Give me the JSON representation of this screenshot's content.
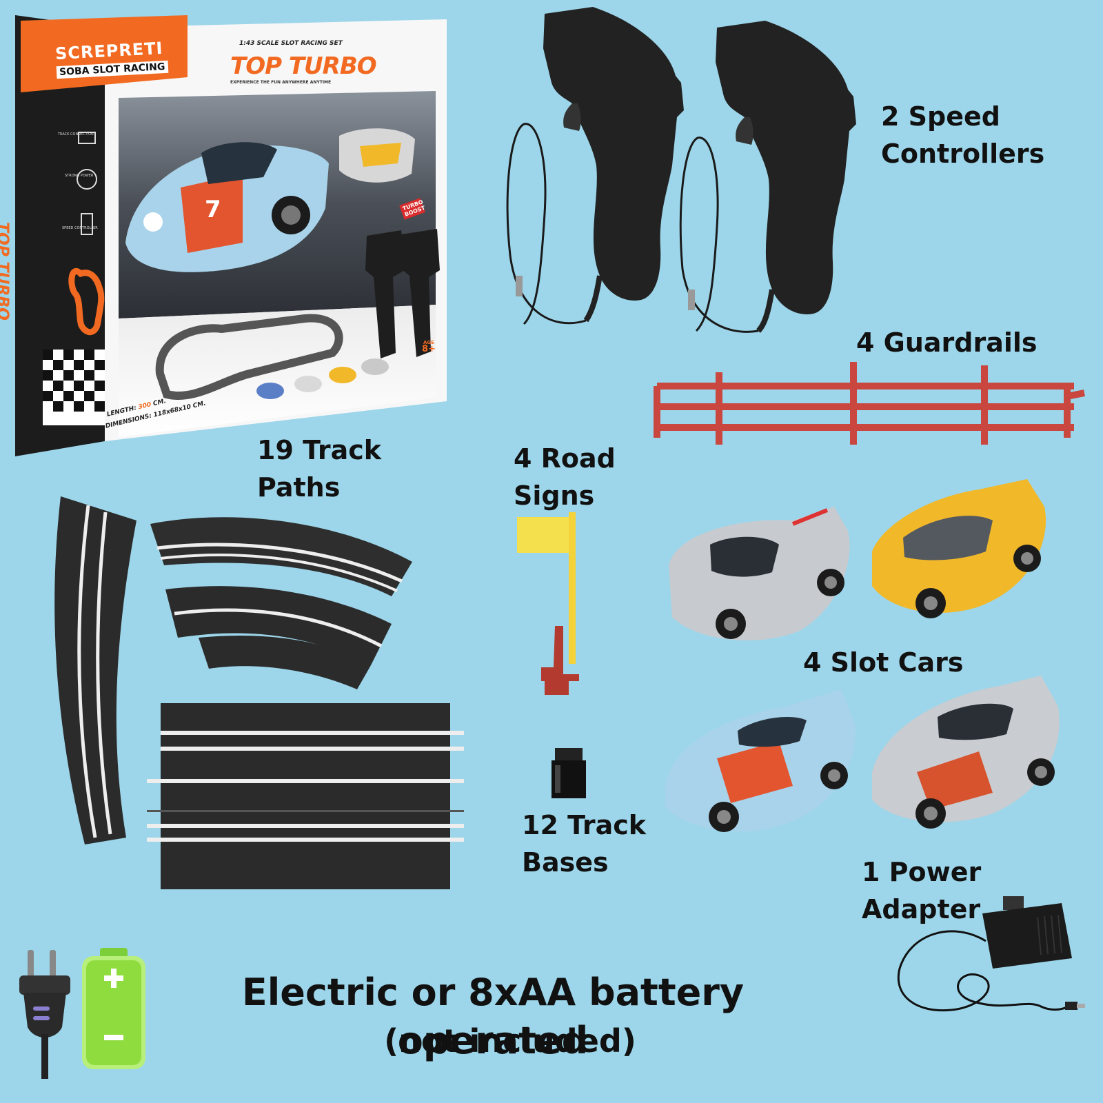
{
  "colors": {
    "background": "#9dd6ea",
    "brand_orange": "#f26a21",
    "track": "#2b2b2b",
    "guardrail": "#c9473e",
    "sign_yellow": "#f4e04d",
    "sign_base": "#b33a2e"
  },
  "box": {
    "brand": "SCREPRETI",
    "series": "SOBA SLOT RACING",
    "scale": "1:43 SCALE SLOT RACING SET",
    "title": "TOP TURBO",
    "tagline": "EXPERIENCE THE FUN ANYWHERE ANYTIME",
    "side_title": "TOP TURBO",
    "feature_1": "TRACK CONNECTION",
    "feature_2": "STRONG POWER",
    "feature_3": "SPEED CONTROLLER",
    "turbo_badge": "TURBO BOOST",
    "car_number": "7",
    "length_label": "LENGTH:",
    "length_value": "300",
    "length_unit": "CM.",
    "dimensions": "DIMENSIONS: 118x68x10 CM.",
    "age_label": "AGE",
    "age_value": "8+"
  },
  "labels": {
    "speed_controllers": "2 Speed\nControllers",
    "guardrails": "4 Guardrails",
    "track_paths": "19 Track\nPaths",
    "road_signs": "4 Road\nSigns",
    "slot_cars": "4 Slot Cars",
    "track_bases": "12 Track\nBases",
    "power_adapter": "1 Power\nAdapter"
  },
  "footer": {
    "power_line": "Electric or 8xAA battery operated",
    "note": "(not included)"
  },
  "icons": [
    "plug-icon",
    "battery-icon"
  ]
}
